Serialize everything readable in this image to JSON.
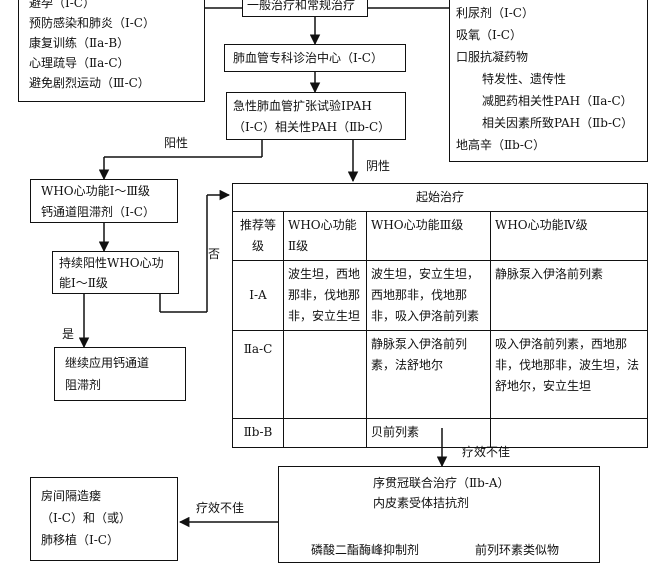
{
  "left_top_box": {
    "lines": [
      "避孕（Ⅰ-C）",
      "预防感染和肺炎（Ⅰ-C）",
      "康复训练（Ⅱa-B）",
      "心理疏导（Ⅱa-C）",
      "避免剧烈运动（Ⅲ-C）"
    ]
  },
  "general_box": "一般治疗和常规治疗",
  "right_top_box": {
    "lines": [
      "利尿剂（Ⅰ-C）",
      "吸氧（Ⅰ-C）",
      "口服抗凝药物",
      "特发性、遗传性",
      "减肥药相关性PAH（Ⅱa-C）",
      "相关因素所致PAH（Ⅱb-C）",
      "地高辛（Ⅱb-C）"
    ]
  },
  "center_box": "肺血管专科诊治中心（Ⅰ-C）",
  "test_box": {
    "line1": "急性肺血管扩张试验IPAH",
    "line2": "（Ⅰ-C）相关性PAH（Ⅱb-C）"
  },
  "labels": {
    "positive": "阳性",
    "negative": "阴性",
    "no": "否",
    "yes": "是",
    "ineffective_1": "疗效不佳",
    "ineffective_2": "疗效不佳"
  },
  "ccb_box": {
    "line1": "WHO心功能Ⅰ～Ⅲ级",
    "line2": "钙通道阻滞剂（Ⅰ-C）"
  },
  "persist_box": {
    "line1": "持续阳性WHO心功",
    "line2": "能Ⅰ～Ⅱ级"
  },
  "continue_box": {
    "line1": "继续应用钙通道",
    "line2": "阻滞剂"
  },
  "start_table": {
    "title": "起始治疗",
    "headers": [
      "推荐等级",
      "WHO心功能Ⅱ级",
      "WHO心功能Ⅲ级",
      "WHO心功能Ⅳ级"
    ],
    "rows": [
      {
        "grade": "Ⅰ-A",
        "c2": "波生坦，西地那非，伐地那非，安立生坦",
        "c3": "波生坦，安立生坦，西地那非，伐地那非，吸入伊洛前列素",
        "c4": "静脉泵入伊洛前列素"
      },
      {
        "grade": "Ⅱa-C",
        "c2": "",
        "c3": "静脉泵入伊洛前列素，法舒地尔",
        "c4": "吸入伊洛前列素，西地那非，伐地那非，波生坦，法舒地尔，安立生坦"
      },
      {
        "grade": "Ⅱb-B",
        "c2": "",
        "c3": "贝前列素",
        "c4": ""
      }
    ]
  },
  "combo_box": {
    "line1": "序贯冠联合治疗（Ⅱb-A）",
    "line2": "内皮素受体拮抗剂",
    "left": "磷酸二酯酶峰抑制剂",
    "right": "前列环素类似物"
  },
  "surgery_box": {
    "line1": "房间隔造瘘",
    "line2": "（Ⅰ-C）和（或）",
    "line3": "肺移植（Ⅰ-C）"
  }
}
